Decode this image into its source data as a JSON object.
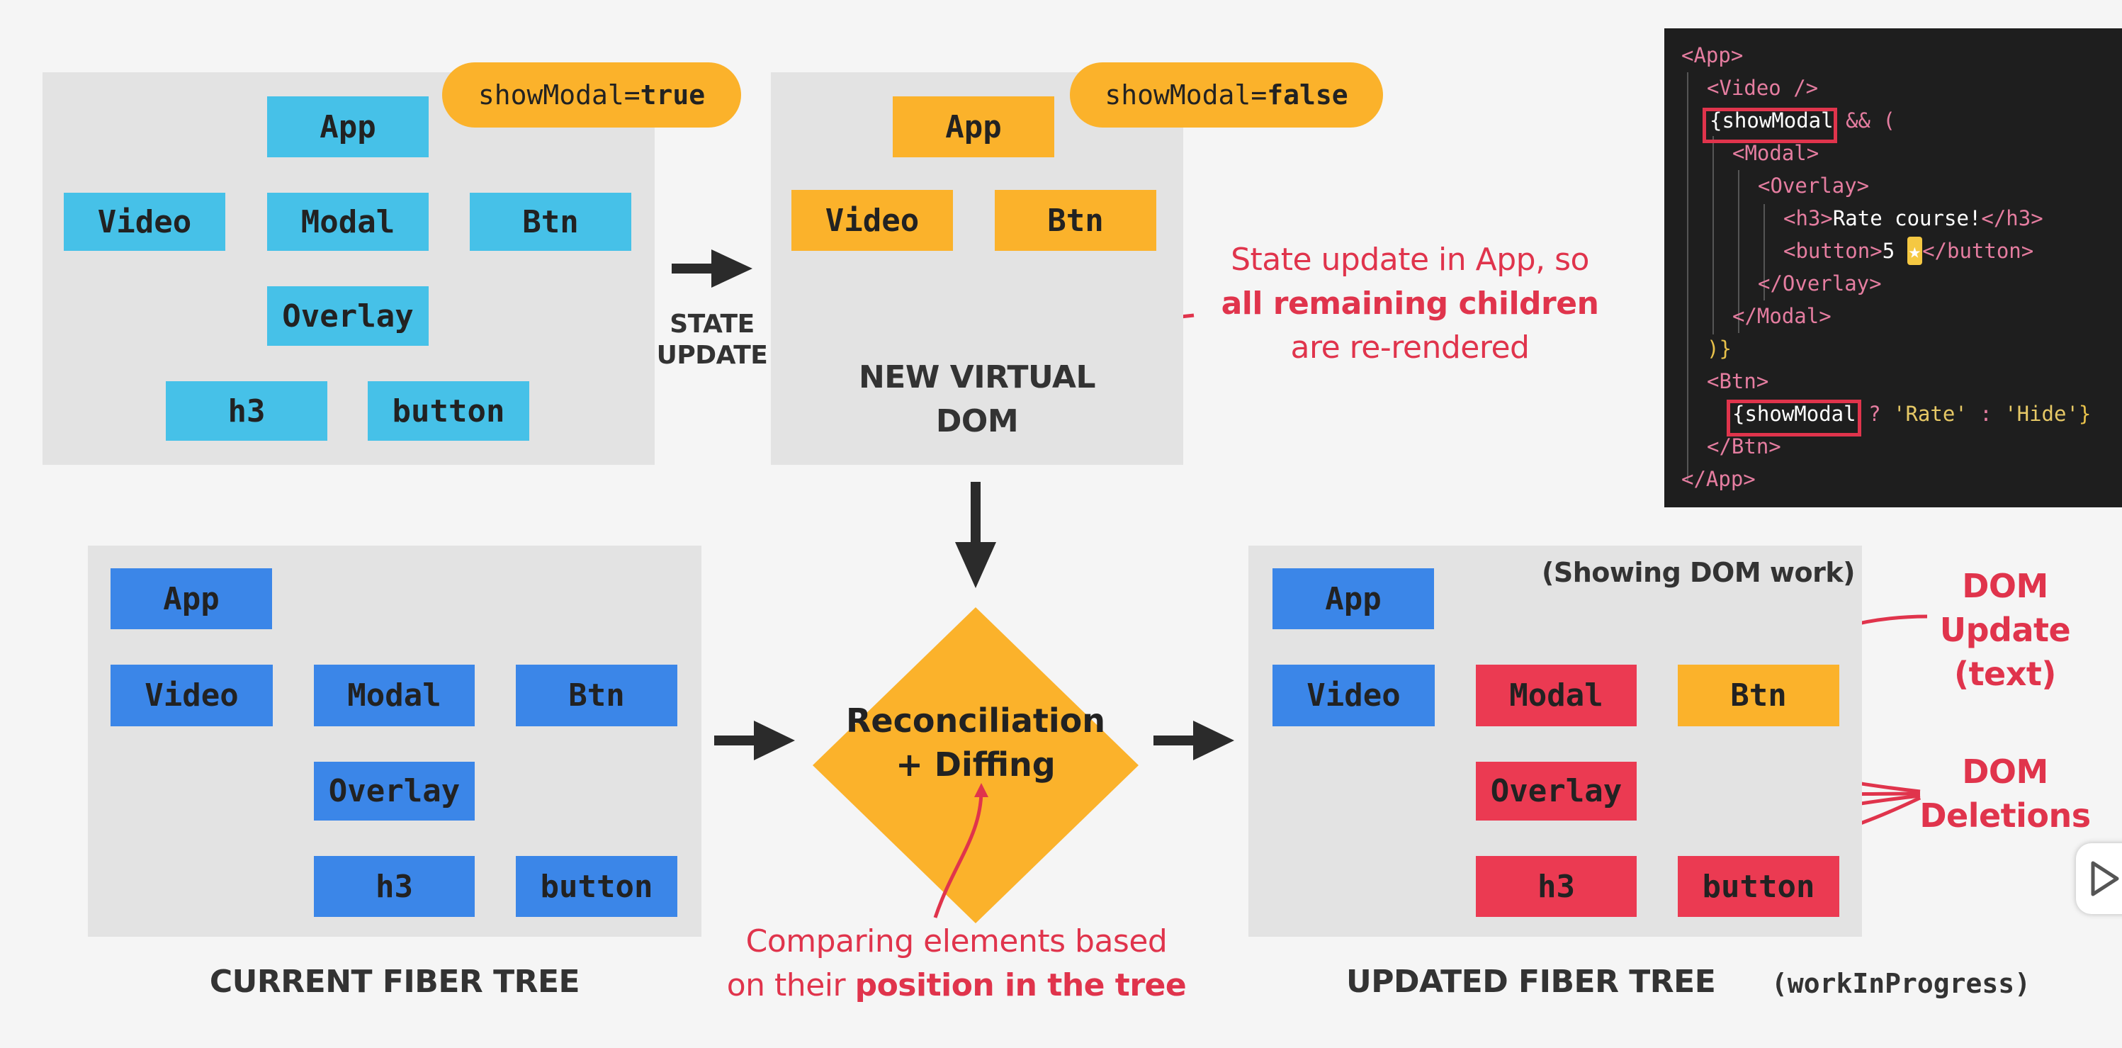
{
  "colors": {
    "cyan": "#46c1e8",
    "orange": "#fbb22b",
    "blue": "#3b86e8",
    "red": "#eb3a52",
    "red_text": "#e0344c",
    "panel": "#e3e3e3",
    "arrow": "#2b2b2b"
  },
  "top_left": {
    "pill": {
      "key": "showModal",
      "op": "=",
      "value": "true"
    },
    "nodes": {
      "app": "App",
      "video": "Video",
      "modal": "Modal",
      "btn": "Btn",
      "overlay": "Overlay",
      "h3": "h3",
      "button": "button"
    }
  },
  "state_update": {
    "line1": "STATE",
    "line2": "UPDATE"
  },
  "virtual_dom": {
    "pill": {
      "key": "showModal",
      "op": "=",
      "value": "false"
    },
    "nodes": {
      "app": "App",
      "video": "Video",
      "btn": "Btn"
    },
    "caption_line1": "NEW VIRTUAL",
    "caption_line2": "DOM"
  },
  "state_note": {
    "line1": "State update in App, so",
    "line2": "all remaining children",
    "line3": "are re-rendered"
  },
  "current_fiber": {
    "nodes": {
      "app": "App",
      "video": "Video",
      "modal": "Modal",
      "btn": "Btn",
      "overlay": "Overlay",
      "h3": "h3",
      "button": "button"
    },
    "caption": "CURRENT FIBER TREE"
  },
  "reconciliation": {
    "line1": "Reconciliation",
    "line2": "+ Diffing",
    "note_line1": "Comparing elements based",
    "note_line2_prefix": "on their ",
    "note_line2_strong": "position in the tree"
  },
  "updated_fiber": {
    "note": "(Showing DOM work)",
    "nodes": {
      "app": "App",
      "video": "Video",
      "modal": "Modal",
      "btn": "Btn",
      "overlay": "Overlay",
      "h3": "h3",
      "button": "button"
    },
    "caption": "UPDATED FIBER TREE",
    "mono_caption": "(workInProgress)"
  },
  "dom_update": {
    "line1": "DOM",
    "line2": "Update",
    "line3": "(text)"
  },
  "dom_deletions": {
    "line1": "DOM",
    "line2": "Deletions"
  },
  "code": {
    "l1": "<App>",
    "l2": "<Video />",
    "l3_hl": "{showModal",
    "l3_rest": " && (",
    "l4": "<Modal>",
    "l5": "<Overlay>",
    "l6_open": "<h3>",
    "l6_text": "Rate course!",
    "l6_close": "</h3>",
    "l7_open": "<button>",
    "l7_text": "5 ",
    "l7_star": "★",
    "l7_close": "</button>",
    "l8": "</Overlay>",
    "l9": "</Modal>",
    "l10": ")}",
    "l11": "<Btn>",
    "l12_hl": "{showModal",
    "l12_q": " ? ",
    "l12_a": "'Rate'",
    "l12_c": " : ",
    "l12_b": "'Hide'",
    "l12_end": "}",
    "l13": "</Btn>",
    "l14": "</App>"
  },
  "play_icon": "play-icon"
}
